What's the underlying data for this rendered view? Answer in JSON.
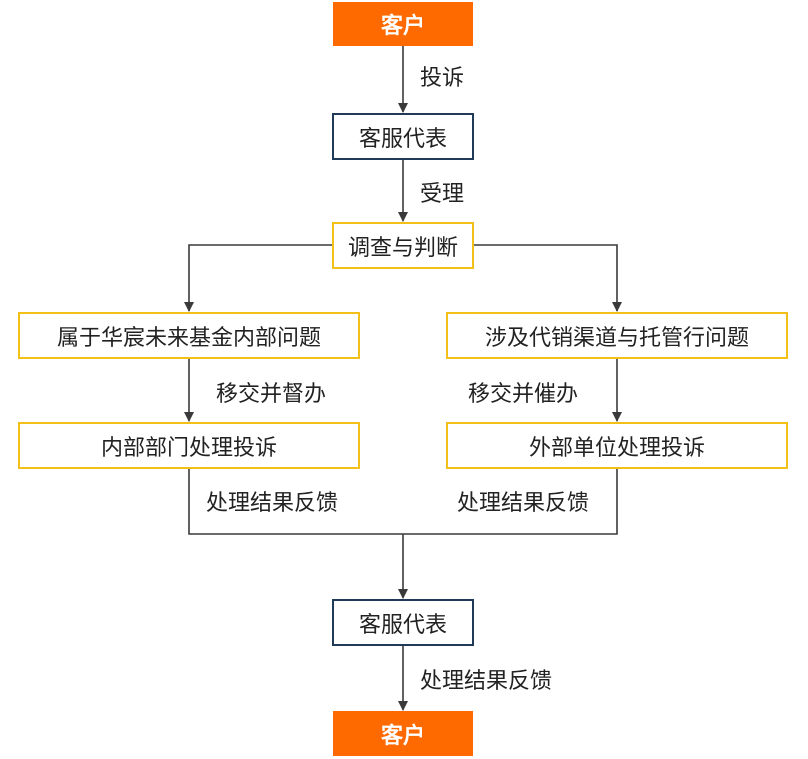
{
  "nodes": {
    "customer_top": "客户",
    "service_rep_top": "客服代表",
    "investigate": "调查与判断",
    "internal_issue": "属于华宸未来基金内部问题",
    "external_issue": "涉及代销渠道与托管行问题",
    "internal_dept": "内部部门处理投诉",
    "external_unit": "外部单位处理投诉",
    "service_rep_bottom": "客服代表",
    "customer_bottom": "客户"
  },
  "edges": {
    "complaint": "投诉",
    "accept": "受理",
    "transfer_supervise": "移交并督办",
    "transfer_urge": "移交并催办",
    "feedback_internal": "处理结果反馈",
    "feedback_external": "处理结果反馈",
    "feedback_final": "处理结果反馈"
  },
  "colors": {
    "terminal_fill": "#ff6a00",
    "service_border": "#1f3b57",
    "process_border": "#f3c019",
    "connector": "#3a3a3a"
  }
}
